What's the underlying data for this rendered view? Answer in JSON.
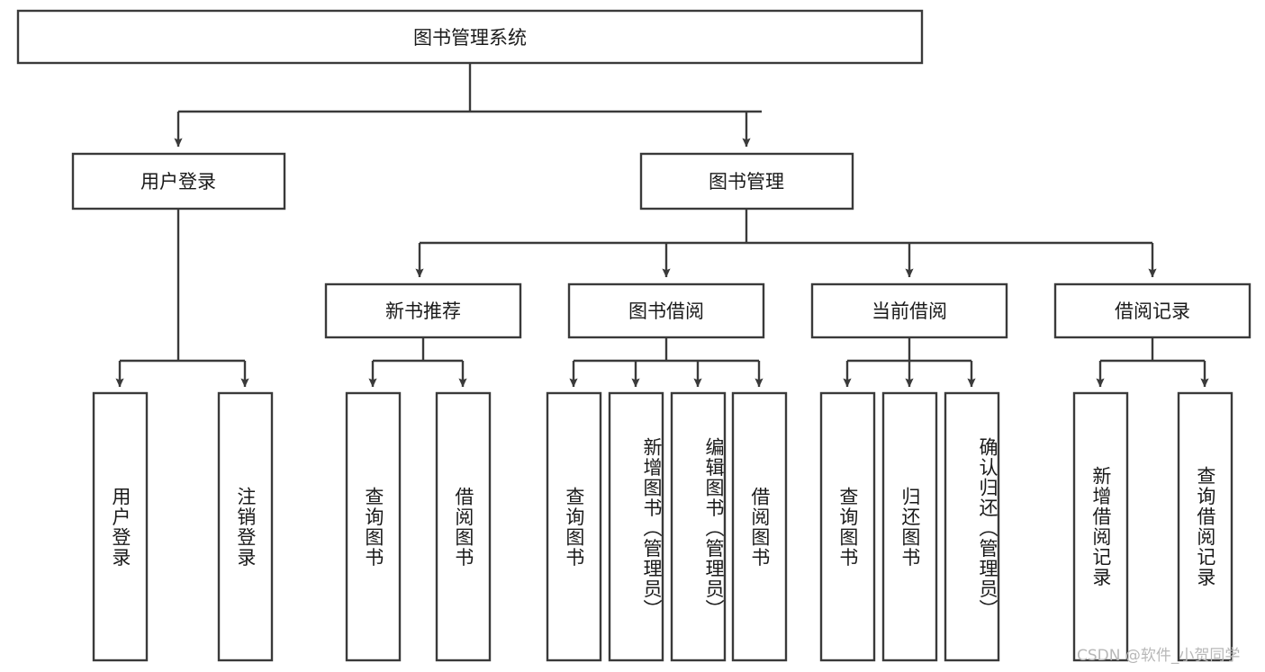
{
  "diagram": {
    "type": "tree",
    "title": "图书管理系统",
    "root": {
      "id": "root",
      "label": "图书管理系统",
      "orientation": "horizontal"
    },
    "level2": [
      {
        "id": "user-login",
        "label": "用户登录"
      },
      {
        "id": "book-manage",
        "label": "图书管理"
      }
    ],
    "level3": [
      {
        "id": "new-book-rec",
        "label": "新书推荐",
        "parent": "book-manage"
      },
      {
        "id": "book-borrow",
        "label": "图书借阅",
        "parent": "book-manage"
      },
      {
        "id": "current-borrow",
        "label": "当前借阅",
        "parent": "book-manage"
      },
      {
        "id": "borrow-record",
        "label": "借阅记录",
        "parent": "book-manage"
      }
    ],
    "leaves": [
      {
        "id": "leaf-user-login",
        "label": "用户登录",
        "parent": "user-login"
      },
      {
        "id": "leaf-logout-login",
        "label": "注销登录",
        "parent": "user-login"
      },
      {
        "id": "leaf-query-book-1",
        "label": "查询图书",
        "parent": "new-book-rec"
      },
      {
        "id": "leaf-borrow-book-1",
        "label": "借阅图书",
        "parent": "new-book-rec"
      },
      {
        "id": "leaf-query-book-2",
        "label": "查询图书",
        "parent": "book-borrow"
      },
      {
        "id": "leaf-add-book",
        "label": "新增图书（管理员）",
        "parent": "book-borrow"
      },
      {
        "id": "leaf-edit-book",
        "label": "编辑图书（管理员）",
        "parent": "book-borrow"
      },
      {
        "id": "leaf-borrow-book-2",
        "label": "借阅图书",
        "parent": "book-borrow"
      },
      {
        "id": "leaf-query-book-3",
        "label": "查询图书",
        "parent": "current-borrow"
      },
      {
        "id": "leaf-return-book",
        "label": "归还图书",
        "parent": "current-borrow"
      },
      {
        "id": "leaf-confirm-return",
        "label": "确认归还（管理员）",
        "parent": "current-borrow"
      },
      {
        "id": "leaf-add-record",
        "label": "新增借阅记录",
        "parent": "borrow-record"
      },
      {
        "id": "leaf-query-record",
        "label": "查询借阅记录",
        "parent": "borrow-record"
      }
    ],
    "colors": {
      "stroke": "#3a3a3a",
      "fill": "#ffffff",
      "text": "#1a1a1a",
      "watermark": "#b8b8b8"
    }
  },
  "watermark": {
    "text": "CSDN @软件_小贺同学"
  }
}
